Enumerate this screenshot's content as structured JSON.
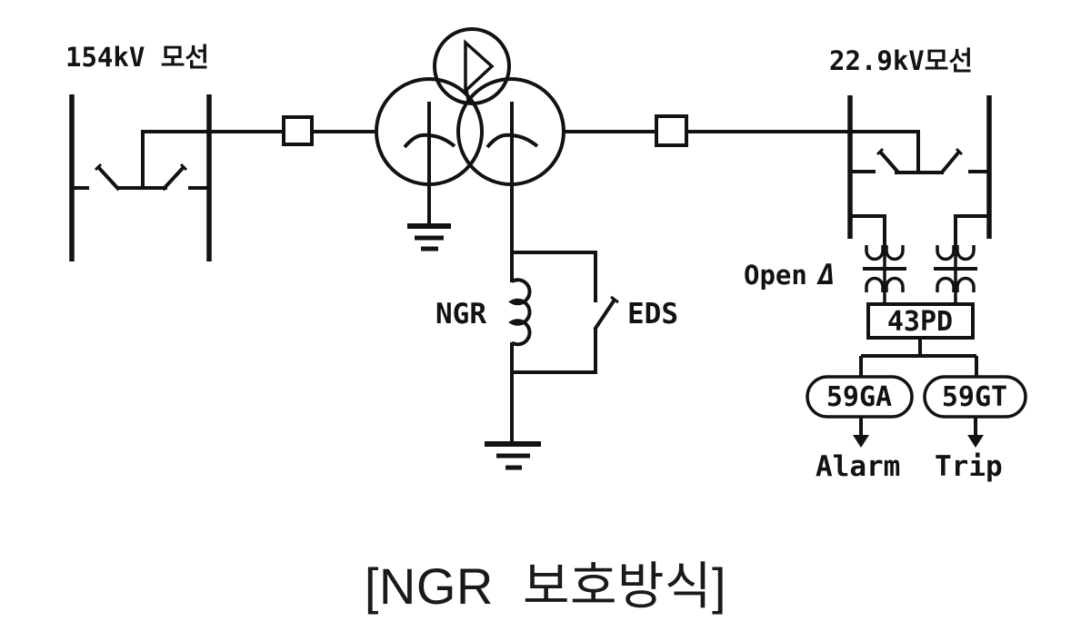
{
  "diagram": {
    "caption": "[NGR  보호방식]",
    "labels": {
      "bus_hv": "154kV 모선",
      "bus_lv": "22.9kV모선",
      "ngr": "NGR",
      "eds": "EDS",
      "open_delta_text": "Open",
      "open_delta_glyph": "Δ",
      "relay_43pd": "43PD",
      "relay_59ga": "59GA",
      "relay_59gt": "59GT",
      "alarm_output": "Alarm",
      "trip_output": "Trip"
    },
    "colors": {
      "line": "#121212",
      "background": "#ffffff",
      "caption_text": "#1a1a1a"
    }
  }
}
